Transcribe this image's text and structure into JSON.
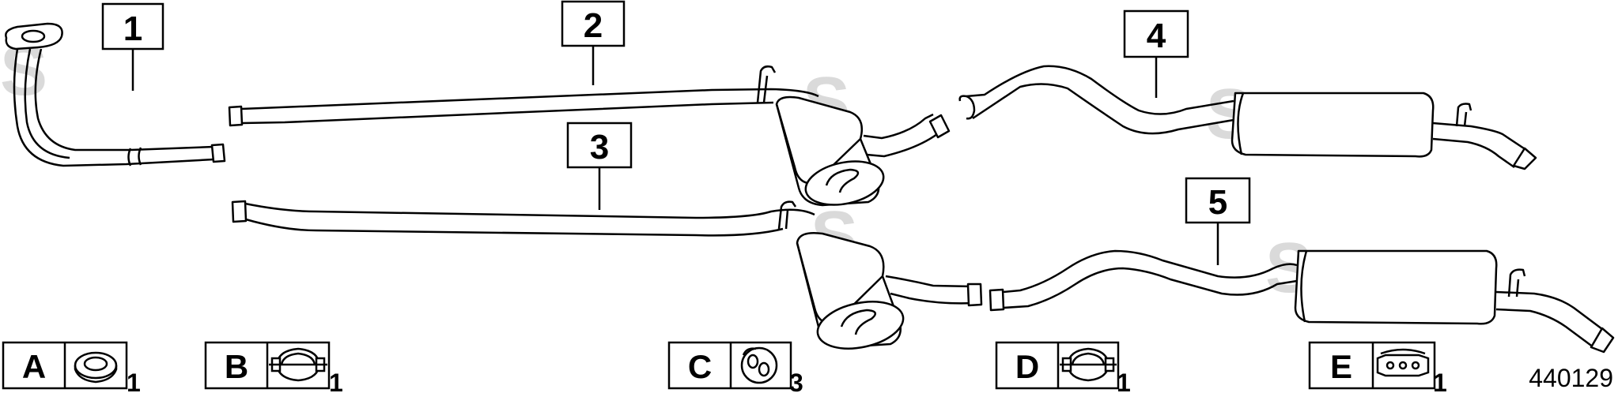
{
  "callouts": [
    {
      "label": "1"
    },
    {
      "label": "2"
    },
    {
      "label": "3"
    },
    {
      "label": "4"
    },
    {
      "label": "5"
    }
  ],
  "accessories": [
    {
      "letter": "A",
      "quantity": "1",
      "icon": "ring-gasket-icon"
    },
    {
      "letter": "B",
      "quantity": "1",
      "icon": "pipe-clamp-icon"
    },
    {
      "letter": "C",
      "quantity": "3",
      "icon": "rubber-mount-icon"
    },
    {
      "letter": "D",
      "quantity": "1",
      "icon": "pipe-clamp-icon"
    },
    {
      "letter": "E",
      "quantity": "1",
      "icon": "bracket-mount-icon"
    }
  ],
  "diagram_number": "440129",
  "watermark": "S"
}
